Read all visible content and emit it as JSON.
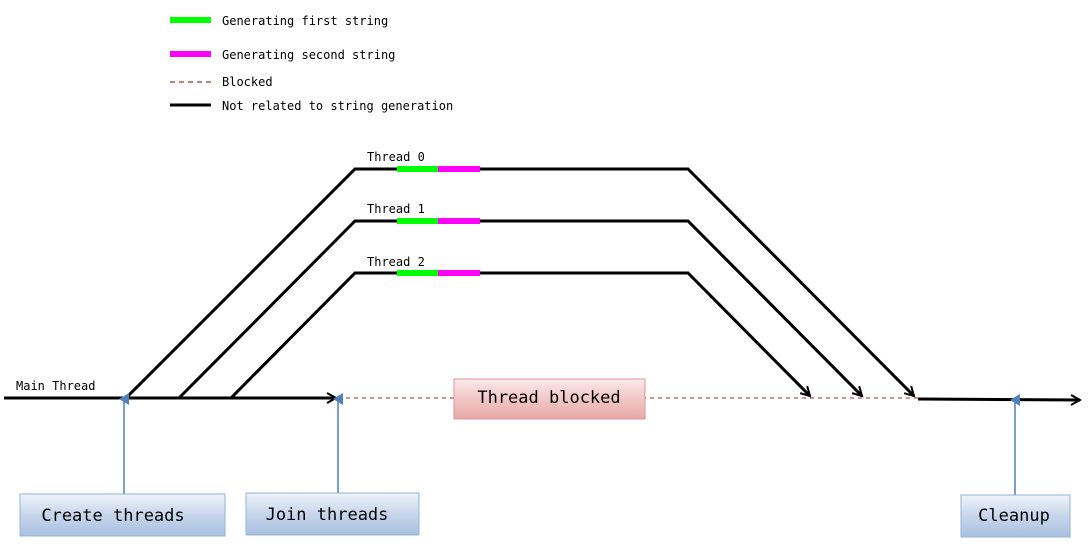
{
  "legend": {
    "items": [
      {
        "label": "Generating first string",
        "color": "#00ff00",
        "style": "solid"
      },
      {
        "label": "Generating second string",
        "color": "#ff00ff",
        "style": "solid"
      },
      {
        "label": "Blocked",
        "color": "#c0504d",
        "style": "dashed"
      },
      {
        "label": "Not related to string generation",
        "color": "#000000",
        "style": "solid"
      }
    ]
  },
  "main_thread": {
    "label": "Main Thread"
  },
  "threads": [
    {
      "label": "Thread 0"
    },
    {
      "label": "Thread 1"
    },
    {
      "label": "Thread 2"
    }
  ],
  "blocked_box": {
    "label": "Thread blocked"
  },
  "callouts": {
    "create": "Create threads",
    "join": "Join threads",
    "cleanup": "Cleanup"
  },
  "colors": {
    "first_string": "#00ff00",
    "second_string": "#ff00ff",
    "blocked": "#c0504d",
    "arrow_blue": "#4f81bd"
  }
}
